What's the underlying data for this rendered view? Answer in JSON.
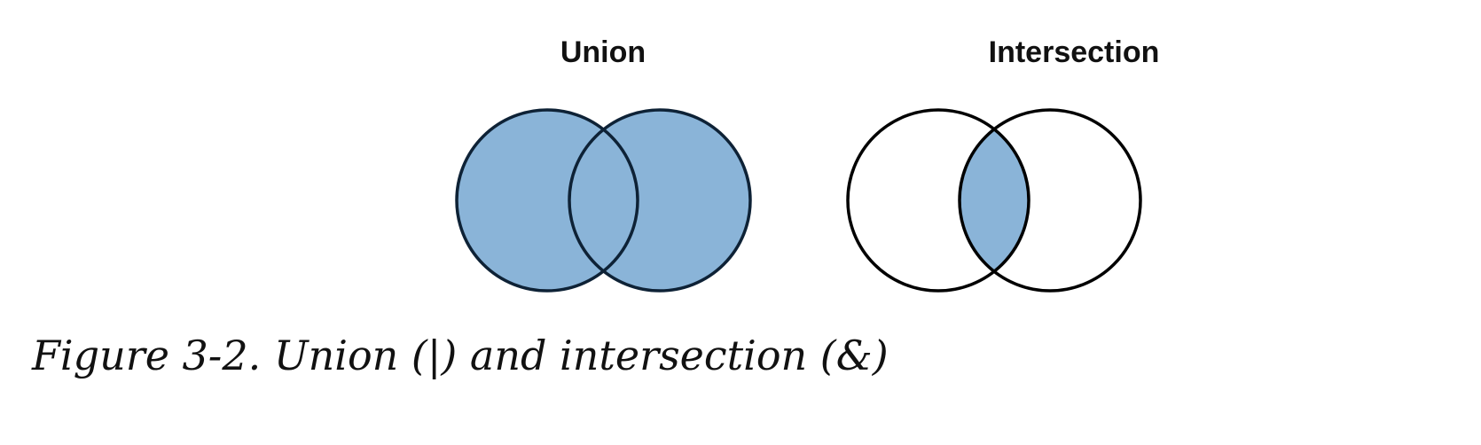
{
  "diagrams": [
    {
      "title": "Union",
      "operation": "union",
      "fill_color": "#8ab4d8",
      "outline_color": "#0e2236"
    },
    {
      "title": "Intersection",
      "operation": "intersection",
      "fill_color": "#8ab4d8",
      "outline_color": "#000000"
    }
  ],
  "caption": "Figure 3-2. Union (|) and intersection (&)"
}
